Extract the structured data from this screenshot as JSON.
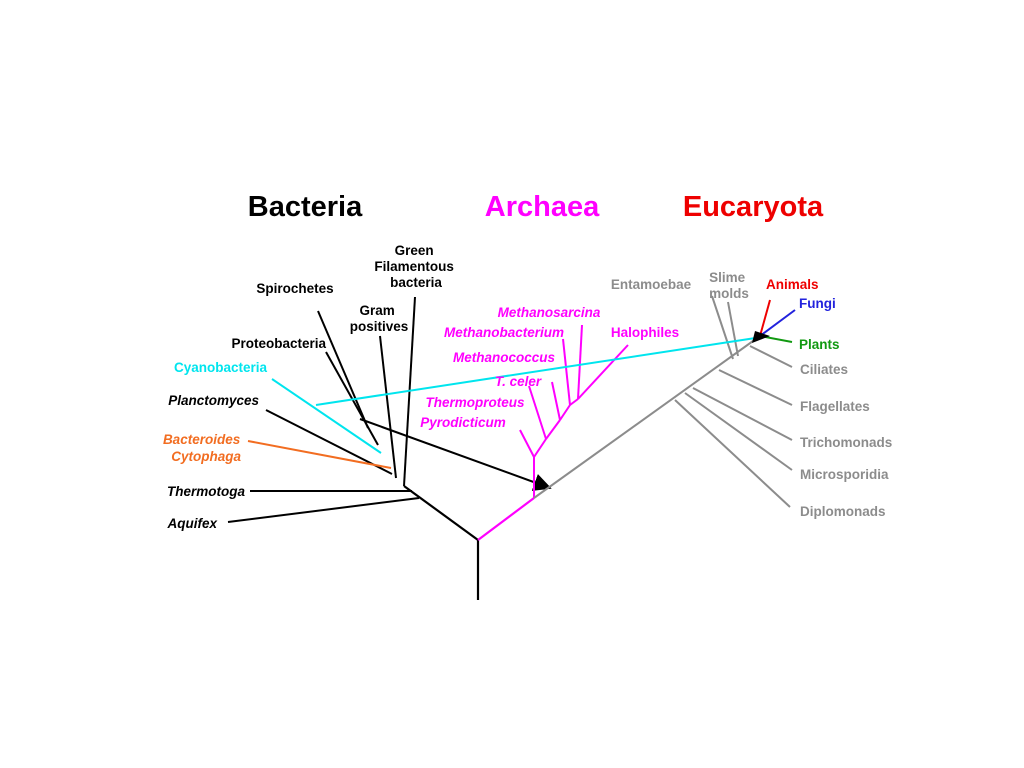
{
  "domains": {
    "bacteria": "Bacteria",
    "archaea": "Archaea",
    "eucaryota": "Eucaryota"
  },
  "bacteria": {
    "green_filamentous": [
      "Green",
      "Filamentous",
      "bacteria"
    ],
    "spirochetes": "Spirochetes",
    "gram_positives": [
      "Gram",
      "positives"
    ],
    "proteobacteria": "Proteobacteria",
    "cyanobacteria": "Cyanobacteria",
    "planctomyces": "Planctomyces",
    "bacteroides": [
      "Bacteroides",
      "Cytophaga"
    ],
    "thermotoga": "Thermotoga",
    "aquifex": "Aquifex"
  },
  "archaea": {
    "methanosarcina": "Methanosarcina",
    "methanobacterium": "Methanobacterium",
    "halophiles": "Halophiles",
    "methanococcus": "Methanococcus",
    "t_celer": "T. celer",
    "thermoproteus": "Thermoproteus",
    "pyrodicticum": "Pyrodicticum"
  },
  "eucaryota": {
    "entamoebae": "Entamoebae",
    "slime_molds": [
      "Slime",
      "molds"
    ],
    "animals": "Animals",
    "fungi": "Fungi",
    "plants": "Plants",
    "ciliates": "Ciliates",
    "flagellates": "Flagellates",
    "trichomonads": "Trichomonads",
    "microsporidia": "Microsporidia",
    "diplomonads": "Diplomonads"
  },
  "colors": {
    "bacteria": "#000000",
    "archaea": "#ff00ff",
    "eucaryota": "#ff0000",
    "euk_branch": "#8c8c8c",
    "cyanobacteria": "#00e5ee",
    "bacteroides": "#f26d21",
    "animals": "#ee0000",
    "fungi": "#2222dd",
    "plants": "#119911"
  }
}
